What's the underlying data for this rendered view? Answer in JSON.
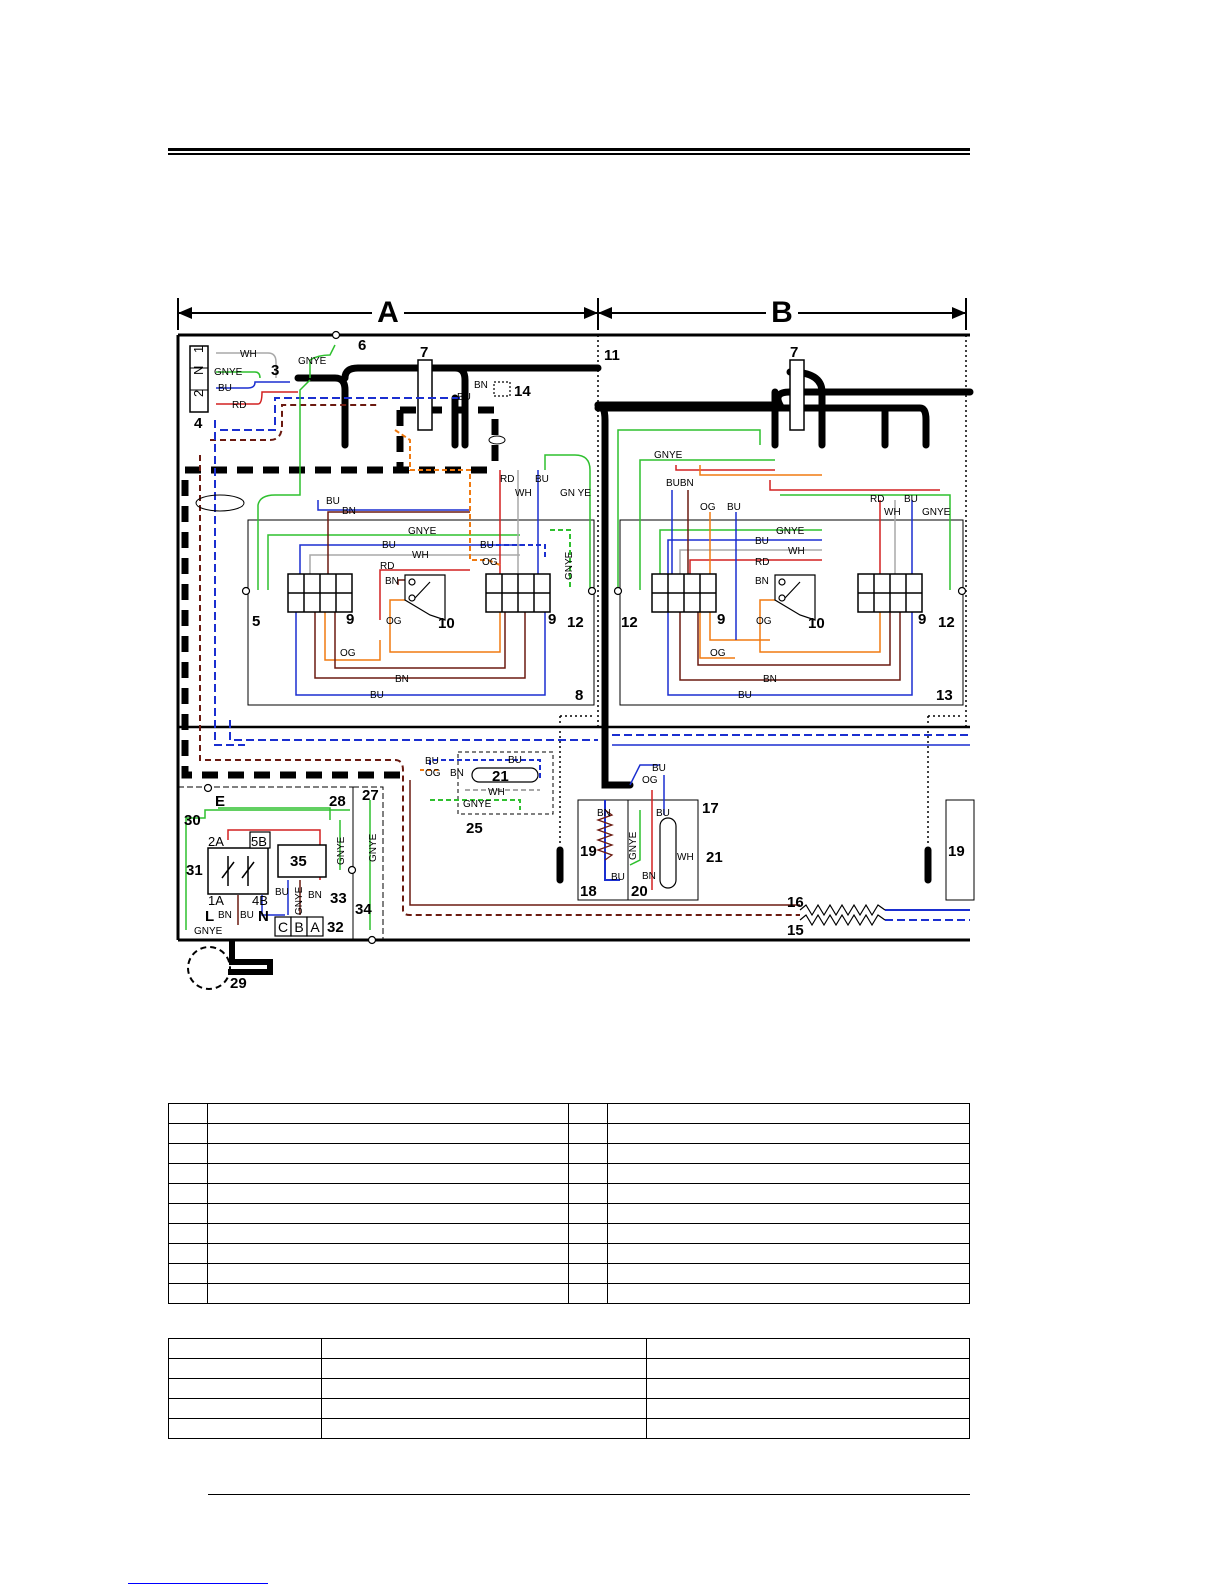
{
  "sections": {
    "a": "A",
    "b": "B"
  },
  "terminal_block": {
    "pins": [
      "1",
      "N",
      "2"
    ],
    "earth_symbol": "⏚"
  },
  "wire_codes": {
    "wh": "WH",
    "gnye": "GNYE",
    "bu": "BU",
    "rd": "RD",
    "bn": "BN",
    "og": "OG",
    "bubn": "BUBN",
    "gn_ye": "GN YE"
  },
  "components": {
    "c3": "3",
    "c4": "4",
    "c5": "5",
    "c6": "6",
    "c7": "7",
    "c8": "8",
    "c9": "9",
    "c10": "10",
    "c11": "11",
    "c12": "12",
    "c13": "13",
    "c14": "14",
    "c15": "15",
    "c16": "16",
    "c17": "17",
    "c18": "18",
    "c19": "19",
    "c20": "20",
    "c21": "21",
    "c25": "25",
    "c27": "27",
    "c28": "28",
    "c29": "29",
    "c30": "30",
    "c31": "31",
    "c32": "32",
    "c33": "33",
    "c34": "34",
    "c35": "35"
  },
  "switch_terms": {
    "t2a": "2A",
    "t5b": "5B",
    "t1a": "1A",
    "t4b": "4B",
    "l": "L",
    "n": "N",
    "e": "E"
  },
  "plug_terms": [
    "C",
    "B",
    "A"
  ],
  "colors": {
    "blue": "#1b2fd0",
    "red": "#d22020",
    "brown": "#6b1a10",
    "green": "#2fc02f",
    "orange": "#f07a10",
    "gray": "#a8a8a8",
    "black": "#000000"
  }
}
